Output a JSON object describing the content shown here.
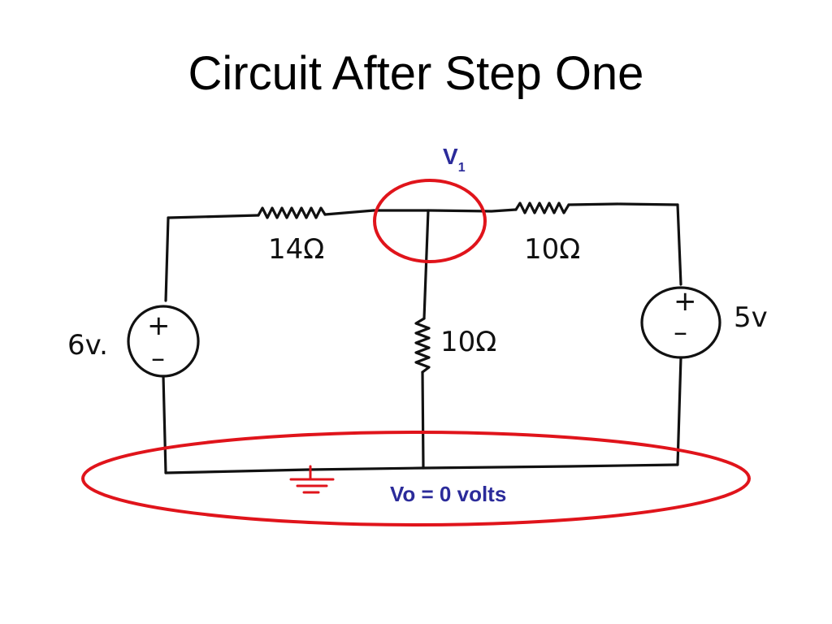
{
  "slide": {
    "title": "Circuit After Step One"
  },
  "circuit": {
    "node_label": {
      "main": "V",
      "subscript": "1"
    },
    "components": {
      "r_left": "14Ω",
      "r_right": "10Ω",
      "r_middle": "10Ω",
      "v_left": "6v.",
      "v_right": "5v"
    },
    "source_polarity": {
      "plus": "+",
      "minus": "–"
    },
    "ground_note": "Vo = 0 volts"
  },
  "colors": {
    "highlight": "#e0141b",
    "annotation": "#2b2b9a",
    "ink": "#111111"
  }
}
